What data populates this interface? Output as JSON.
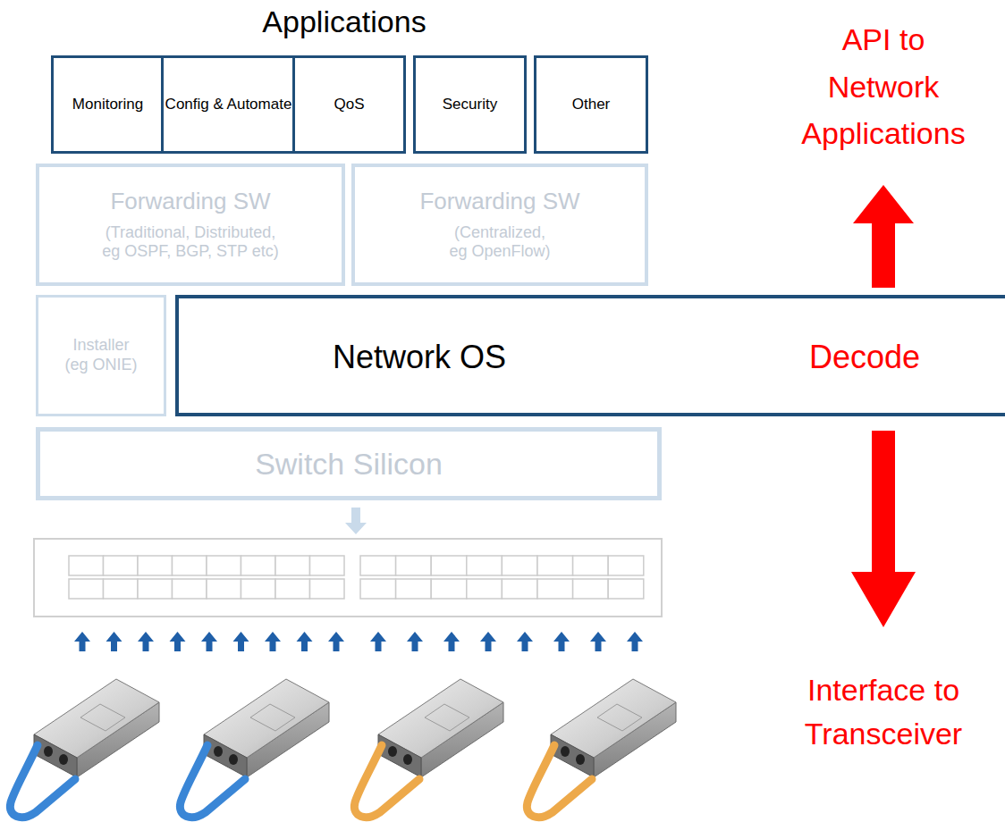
{
  "diagram": {
    "nodes": [
      {
        "text": [
          "Monitoring"
        ]
      },
      {
        "text": [
          "Config & Automate"
        ]
      },
      {
        "text": [
          "QoS"
        ]
      },
      {
        "text": [
          "Security"
        ]
      },
      {
        "text": [
          "Other"
        ]
      },
      {
        "text": [
          "Forwarding SW",
          "(Traditional, Distributed, eg OSPF, BGP, STP etc)"
        ]
      },
      {
        "text": [
          "Forwarding SW",
          "(Centralized, eg OpenFlow)"
        ]
      },
      {
        "text": [
          "Installer (eg ONIE)"
        ]
      },
      {
        "text": [
          "Network OS",
          "Decode"
        ]
      },
      {
        "text": [
          "Switch Silicon"
        ]
      }
    ],
    "labels": [
      "Applications",
      "API to Network Applications",
      "Interface to Transceiver"
    ]
  }
}
